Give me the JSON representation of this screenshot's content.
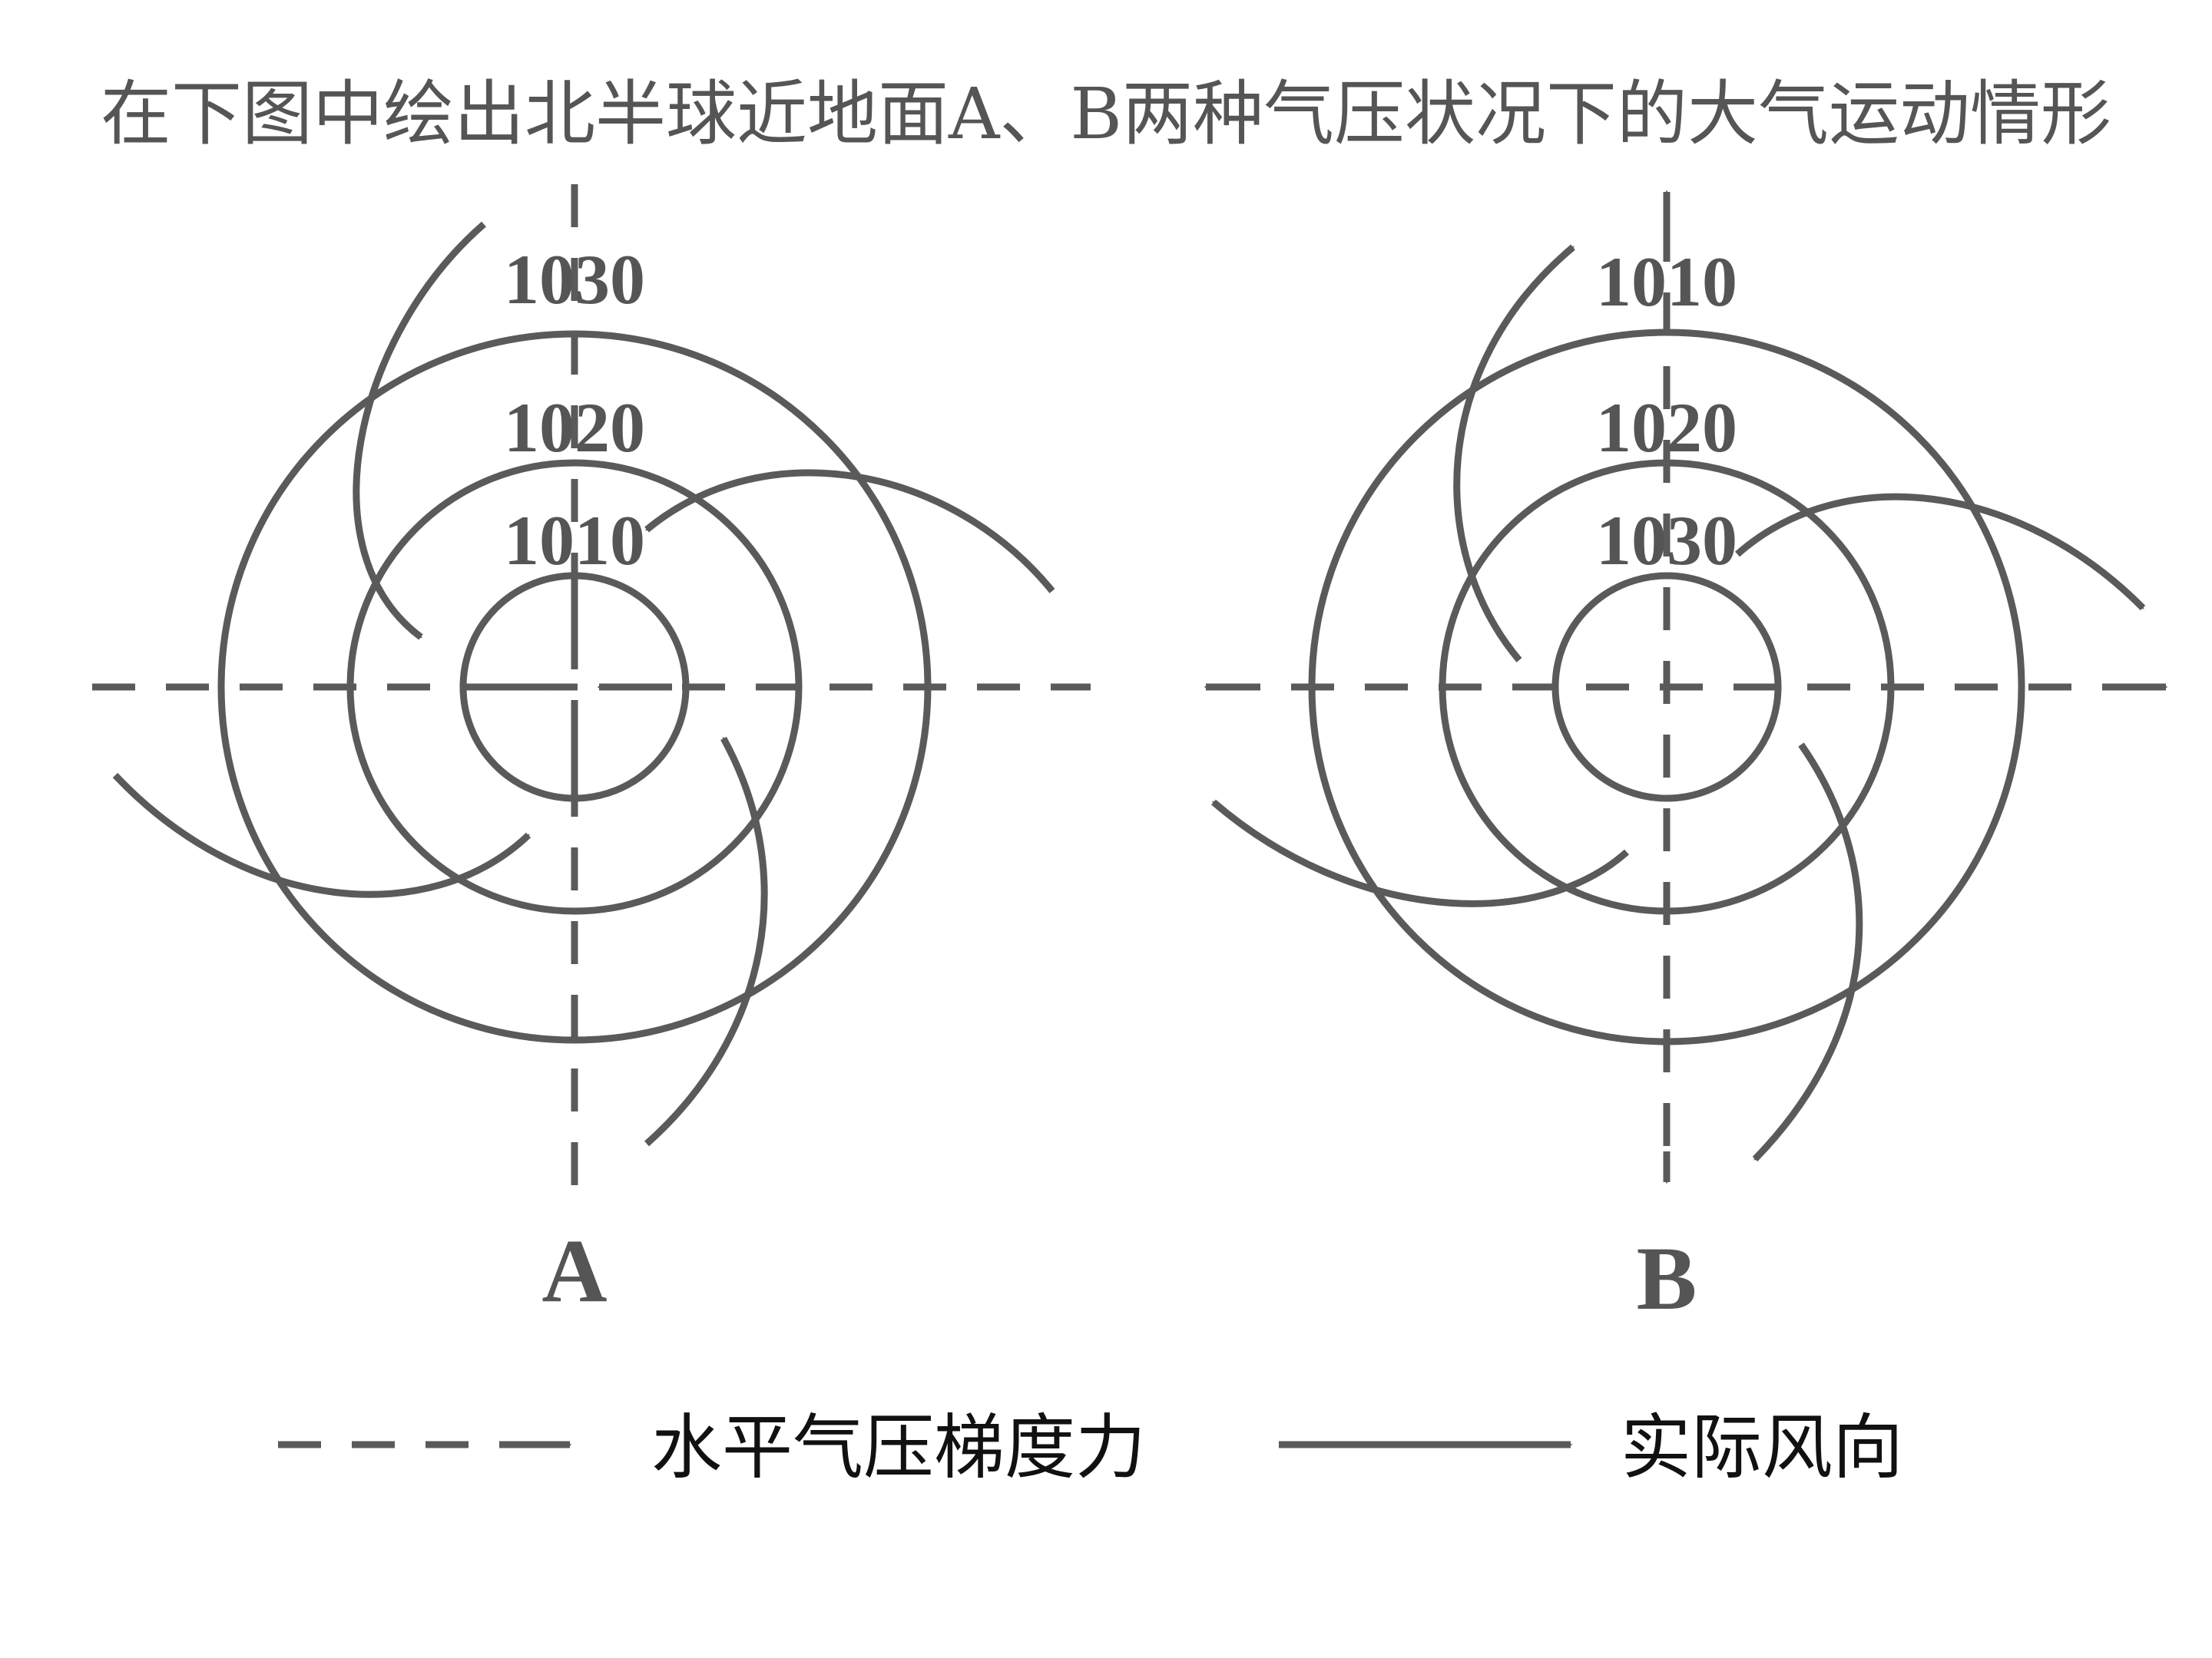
{
  "title": "在下图中绘出北半球近地面A、B两种气压状况下的大气运动情形",
  "panels": {
    "A": {
      "label": "A",
      "isobar_labels": [
        "1030",
        "1020",
        "1010"
      ]
    },
    "B": {
      "label": "B",
      "isobar_labels": [
        "1010",
        "1020",
        "1030"
      ]
    }
  },
  "legend": {
    "pgf_label": "水平气压梯度力",
    "wind_label": "实际风向"
  },
  "colors": {
    "stroke": "#5a5a5a",
    "title_text": "#555555",
    "legend_text": "#111111",
    "background": "#ffffff"
  }
}
